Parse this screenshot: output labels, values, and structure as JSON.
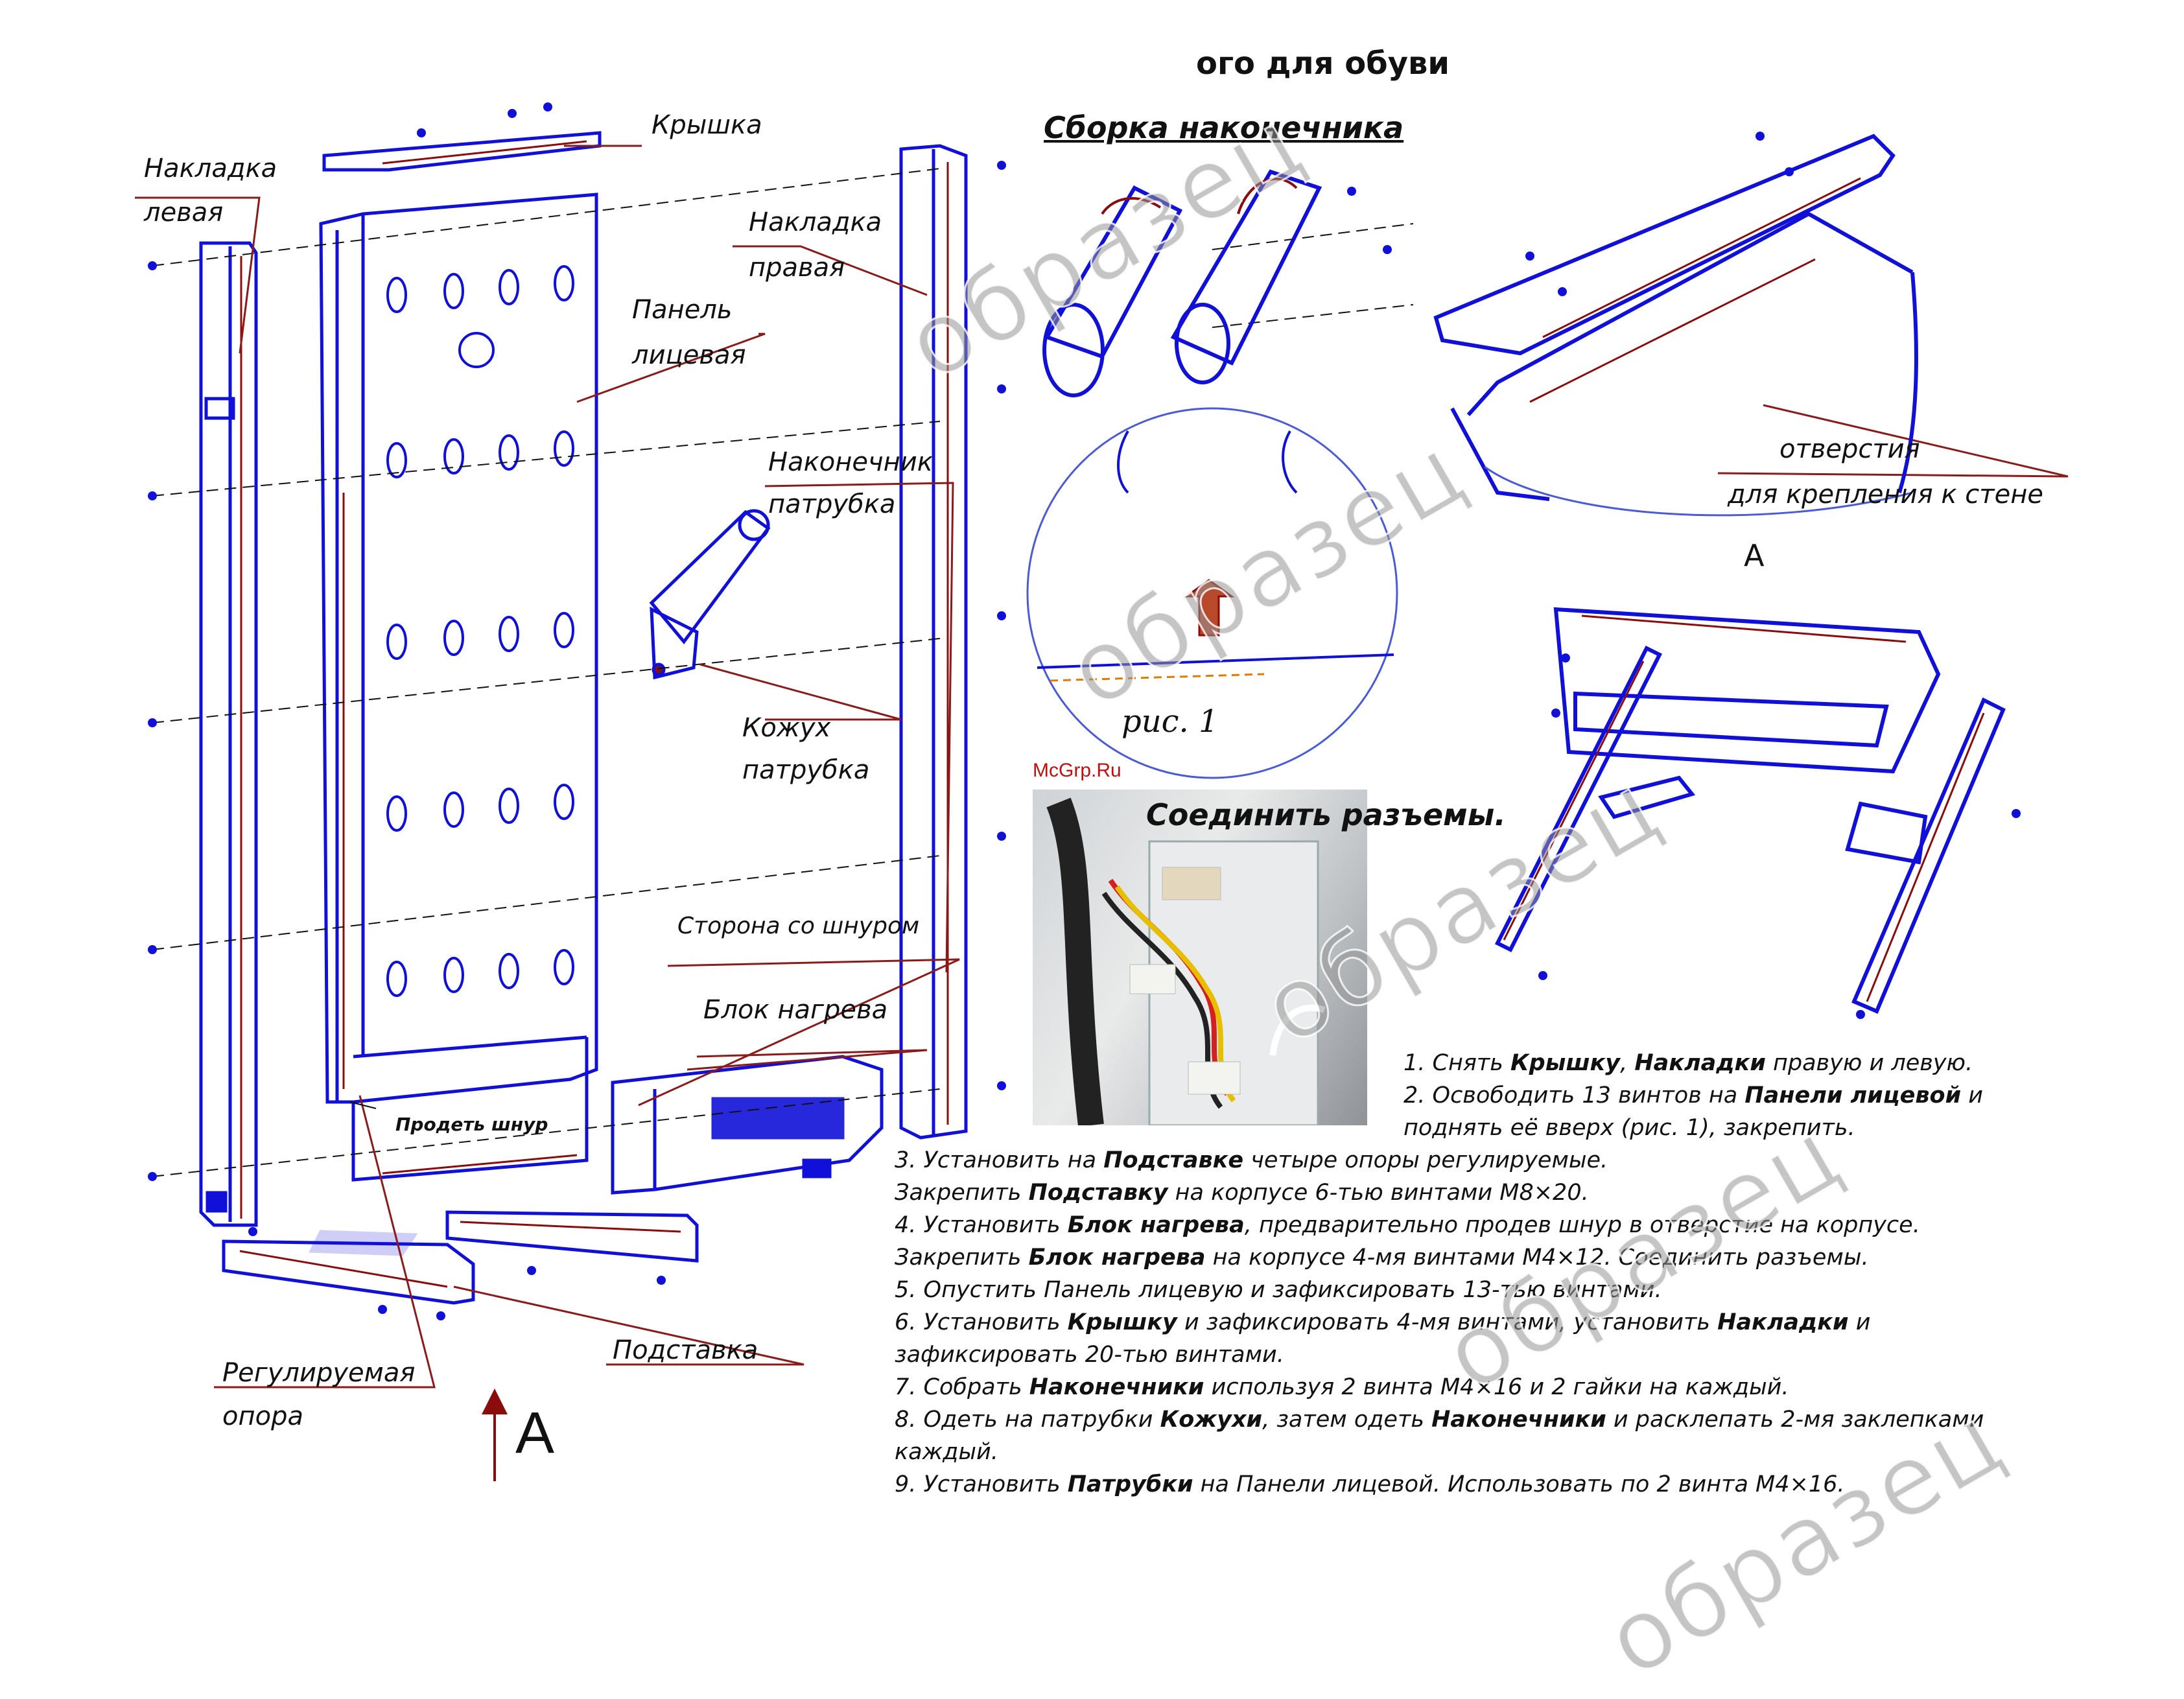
{
  "title": "ого для обуви",
  "labels": {
    "overlay_left": "Накладка",
    "overlay_left_2": "левая",
    "cover": "Крышка",
    "overlay_right": "Накладка",
    "overlay_right_2": "правая",
    "front_panel": "Панель",
    "front_panel_2": "лицевая",
    "nozzle_tip": "Наконечник",
    "nozzle_tip_2": "патрубка",
    "nozzle_case": "Кожух",
    "nozzle_case_2": "патрубка",
    "cord_side": "Сторона со шнуром",
    "heater_block": "Блок нагрева",
    "pass_cord": "Продеть шнур",
    "adjustable_leg": "Регулируемая",
    "adjustable_leg_2": "опора",
    "stand": "Подставка",
    "holes": "отверстия",
    "holes_2": "для крепления к стене",
    "view_a_bottom": "A",
    "view_a_right": "A",
    "fig1": "рис. 1"
  },
  "sections": {
    "tip_assembly": "Сборка наконечника",
    "connect": "Соединить разъемы."
  },
  "source": "McGrp.Ru",
  "watermark": "образец",
  "instructions": [
    [
      "1. Снять ",
      {
        "b": "Крышку"
      },
      ", ",
      {
        "b": "Накладки"
      },
      " правую и левую."
    ],
    [
      "2. Освободить 13 винтов на ",
      {
        "b": "Панели лицевой"
      },
      " и"
    ],
    [
      "    поднять её вверх (рис. 1), закрепить."
    ],
    [
      "3. Установить на ",
      {
        "b": "Подставке"
      },
      " четыре опоры регулируемые."
    ],
    [
      "    Закрепить ",
      {
        "b": "Подставку"
      },
      " на корпусе 6-тью винтами M8×20."
    ],
    [
      "4. Установить ",
      {
        "b": "Блок нагрева"
      },
      ", предварительно продев шнур в отверстие на корпусе."
    ],
    [
      "    Закрепить ",
      {
        "b": "Блок нагрева"
      },
      " на корпусе 4-мя винтами M4×12. Соединить разъемы."
    ],
    [
      "5. Опустить Панель лицевую и зафиксировать 13-тью винтами."
    ],
    [
      "6. Установить ",
      {
        "b": "Крышку"
      },
      " и зафиксировать 4-мя винтами, установить ",
      {
        "b": "Накладки"
      },
      " и"
    ],
    [
      "    зафиксировать 20-тью винтами."
    ],
    [
      "7. Собрать ",
      {
        "b": "Наконечники"
      },
      " используя 2 винта M4×16 и 2 гайки на каждый."
    ],
    [
      "8. Одеть на патрубки ",
      {
        "b": "Кожухи"
      },
      ", затем одеть ",
      {
        "b": "Наконечники"
      },
      " и расклепать 2-мя заклепками"
    ],
    [
      "    каждый."
    ],
    [
      "9. Установить ",
      {
        "b": "Патрубки"
      },
      " на Панели лицевой. Использовать по 2 винта M4×16."
    ]
  ],
  "colors": {
    "line": "#1010d8",
    "accent": "#8b0c0c",
    "leader": "#8b1a1a"
  }
}
